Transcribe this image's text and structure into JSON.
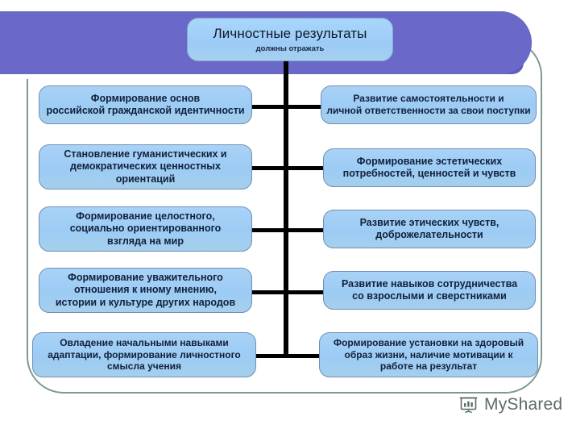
{
  "slide": {
    "title_main": "Личностные результаты",
    "title_sub": "должны отражать",
    "watermark": "MyShared",
    "watermark_icon": "presentation-chart-icon",
    "colors": {
      "banner": "#6a68c8",
      "banner_shade": "#5e5cbe",
      "frame_border": "#7d9a94",
      "node_fill": "#9ccbf4",
      "node_border": "#6f8fb5",
      "connector": "#000000",
      "watermark_text": "#5c6d6b"
    }
  },
  "nodes_left": [
    {
      "id": "node-left-1",
      "lines": [
        "Формирование основ",
        "российской гражданской идентичности"
      ]
    },
    {
      "id": "node-left-2",
      "lines": [
        "Становление гуманистических  и",
        "демократических ценностных",
        "ориентаций"
      ]
    },
    {
      "id": "node-left-3",
      "lines": [
        "Формирование целостного,",
        "социально ориентированного",
        "взгляда на мир"
      ]
    },
    {
      "id": "node-left-4",
      "lines": [
        "Формирование уважительного",
        "отношения к иному мнению,",
        "истории и культуре других народов"
      ]
    },
    {
      "id": "node-left-5",
      "lines": [
        "Овладение начальными  навыками",
        "адаптации, формирование личностного",
        "смысла учения"
      ]
    }
  ],
  "nodes_right": [
    {
      "id": "node-right-1",
      "lines": [
        "Развитие самостоятельности и",
        "личной ответственности за свои поступки"
      ]
    },
    {
      "id": "node-right-2",
      "lines": [
        "Формирование эстетических",
        "потребностей, ценностей и чувств"
      ]
    },
    {
      "id": "node-right-3",
      "lines": [
        "Развитие этических чувств,",
        "доброжелательности"
      ]
    },
    {
      "id": "node-right-4",
      "lines": [
        "Развитие навыков сотрудничества",
        "со взрослыми и сверстниками"
      ]
    },
    {
      "id": "node-right-5",
      "lines": [
        "Формирование установки на  здоровый",
        "образ жизни, наличие мотивации к",
        "работе на результат"
      ]
    }
  ]
}
